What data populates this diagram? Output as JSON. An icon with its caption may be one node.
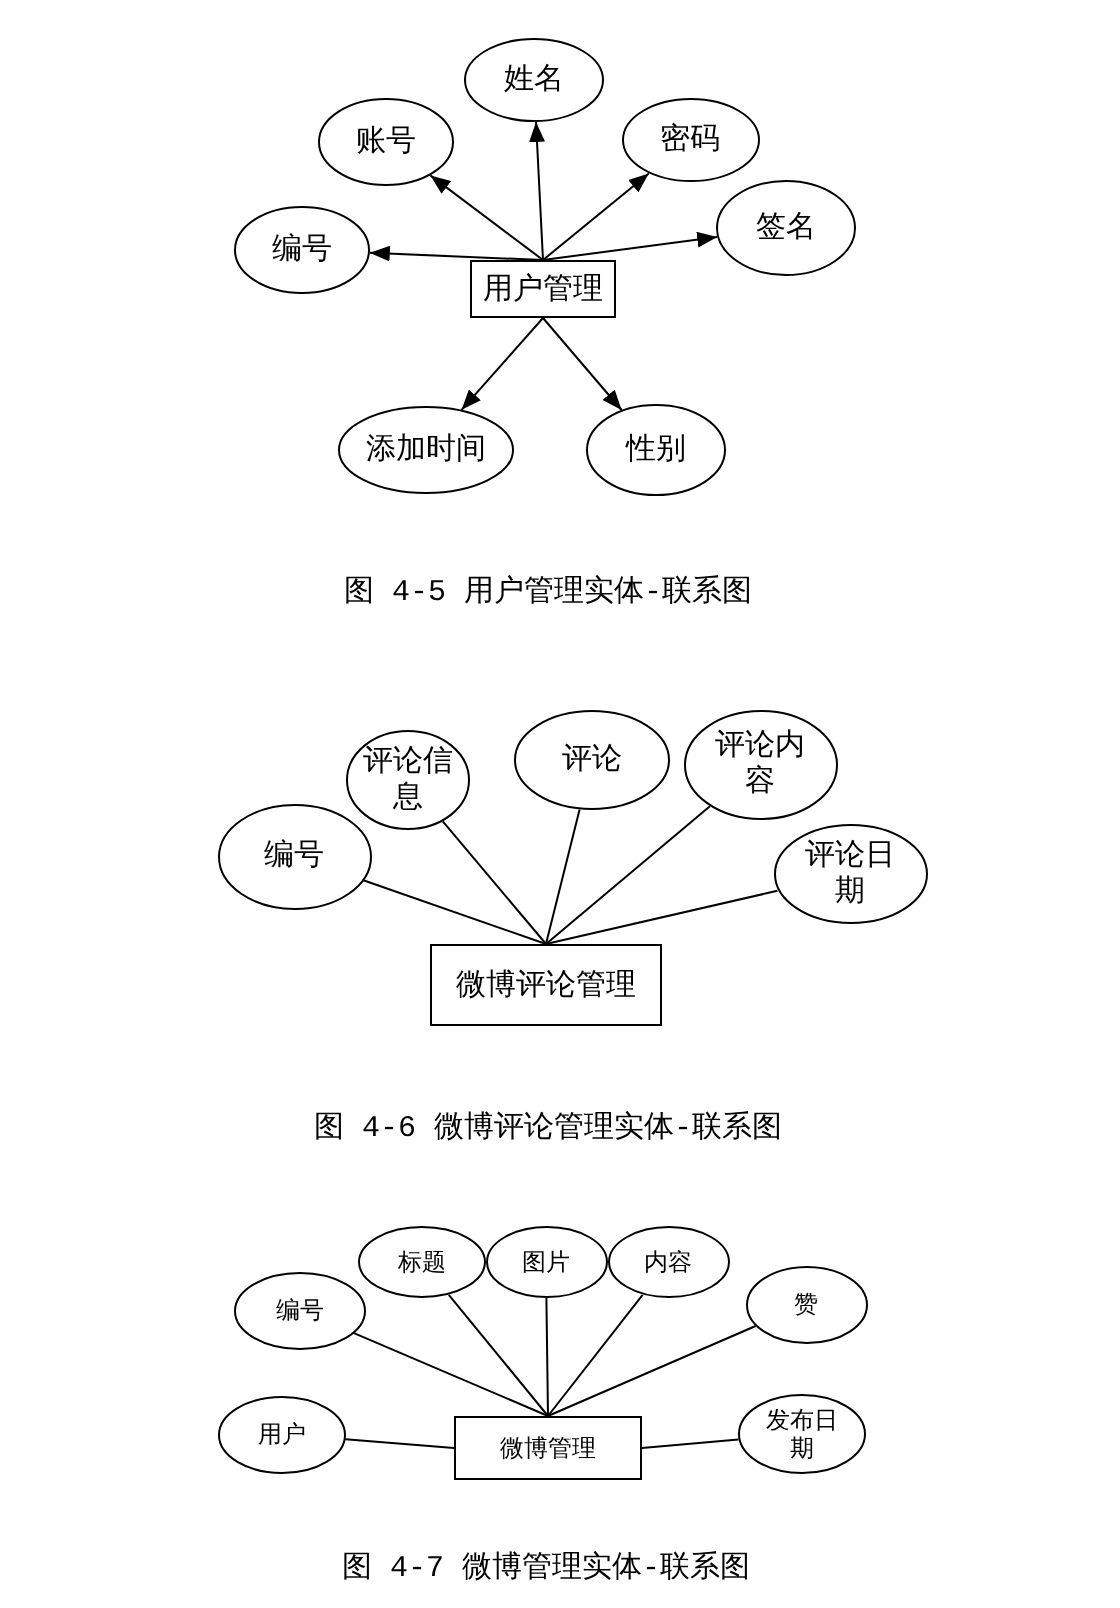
{
  "diagram": {
    "nodes": [
      {
        "text": [
          "姓名"
        ]
      },
      {
        "text": [
          "账号"
        ]
      },
      {
        "text": [
          "密码"
        ]
      },
      {
        "text": [
          "签名"
        ]
      },
      {
        "text": [
          "编号"
        ]
      },
      {
        "text": [
          "用户管理"
        ]
      },
      {
        "text": [
          "添加时间"
        ]
      },
      {
        "text": [
          "性别"
        ]
      },
      {
        "text": [
          "评论信息"
        ]
      },
      {
        "text": [
          "评论"
        ]
      },
      {
        "text": [
          "评论内容"
        ]
      },
      {
        "text": [
          "编号"
        ]
      },
      {
        "text": [
          "评论日期"
        ]
      },
      {
        "text": [
          "微博评论管理"
        ]
      },
      {
        "text": [
          "标题"
        ]
      },
      {
        "text": [
          "图片"
        ]
      },
      {
        "text": [
          "内容"
        ]
      },
      {
        "text": [
          "编号"
        ]
      },
      {
        "text": [
          "赞"
        ]
      },
      {
        "text": [
          "用户"
        ]
      },
      {
        "text": [
          "微博管理"
        ]
      },
      {
        "text": [
          "发布日期"
        ]
      }
    ],
    "edges": [
      {
        "from": 5,
        "to": 0,
        "arrow": "to"
      },
      {
        "from": 5,
        "to": 1,
        "arrow": "to"
      },
      {
        "from": 5,
        "to": 2,
        "arrow": "to"
      },
      {
        "from": 5,
        "to": 3,
        "arrow": "to"
      },
      {
        "from": 5,
        "to": 4,
        "arrow": "to"
      },
      {
        "from": 5,
        "to": 6,
        "arrow": "to"
      },
      {
        "from": 5,
        "to": 7,
        "arrow": "to"
      },
      {
        "from": 13,
        "to": 11,
        "arrow": "none"
      },
      {
        "from": 13,
        "to": 8,
        "arrow": "none"
      },
      {
        "from": 13,
        "to": 9,
        "arrow": "none"
      },
      {
        "from": 13,
        "to": 10,
        "arrow": "none"
      },
      {
        "from": 13,
        "to": 12,
        "arrow": "none"
      },
      {
        "from": 20,
        "to": 17,
        "arrow": "none"
      },
      {
        "from": 20,
        "to": 14,
        "arrow": "none"
      },
      {
        "from": 20,
        "to": 15,
        "arrow": "none"
      },
      {
        "from": 20,
        "to": 16,
        "arrow": "none"
      },
      {
        "from": 20,
        "to": 18,
        "arrow": "none"
      },
      {
        "from": 20,
        "to": 19,
        "arrow": "none"
      },
      {
        "from": 20,
        "to": 21,
        "arrow": "none"
      }
    ],
    "labels": [
      "图 4-5 用户管理实体-联系图",
      "图 4-6 微博评论管理实体-联系图",
      "图 4-7 微博管理实体-联系图"
    ]
  }
}
